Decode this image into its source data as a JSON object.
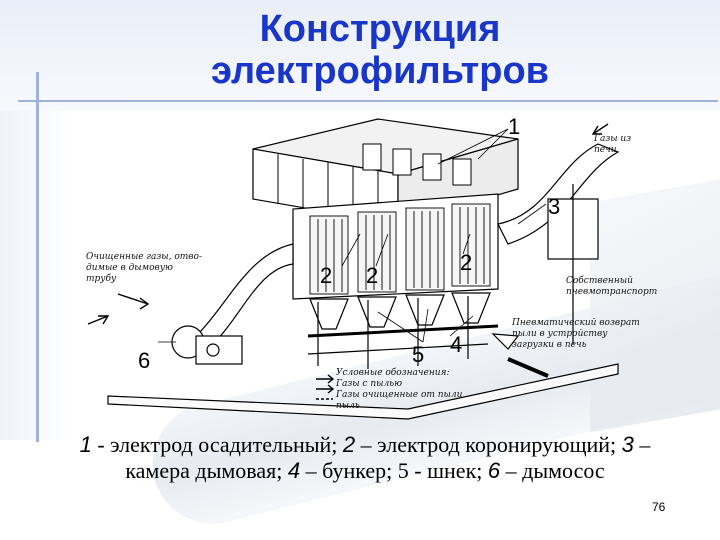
{
  "slide": {
    "title": "Конструкция\nэлектрофильтров",
    "page_number": "76"
  },
  "callouts": {
    "n1": "1",
    "n2a": "2",
    "n2b": "2",
    "n2c": "2",
    "n3": "3",
    "n4": "4",
    "n5": "5",
    "n6": "6"
  },
  "annotations": {
    "furnace_gases": "Газы из\nпечи",
    "cleaned_gases": "Очищенные газы, отво-\nдимые в дымовую\nтрубу",
    "dust_transport": "Собственный\nпневмотранспорт",
    "pneumatic_return": "Пневматический возврат\nпыли в устройству\nзагрузки в печь",
    "legend": "Условные обозначения:\nГазы с пылью\nГазы очищенные от пыли\nпыль"
  },
  "caption": {
    "n1": "1",
    "t1": " - электрод осадительный; ",
    "n2": "2",
    "t2": " – электрод коронирующий; ",
    "n3": "3",
    "t3": " – камера дымовая; ",
    "n4": "4",
    "t4": " – бункер; 5 - шнек; ",
    "n6": "6",
    "t6": " – дымосос"
  },
  "colors": {
    "title": "#1a36c8",
    "accent_line": "#9db3dc"
  }
}
